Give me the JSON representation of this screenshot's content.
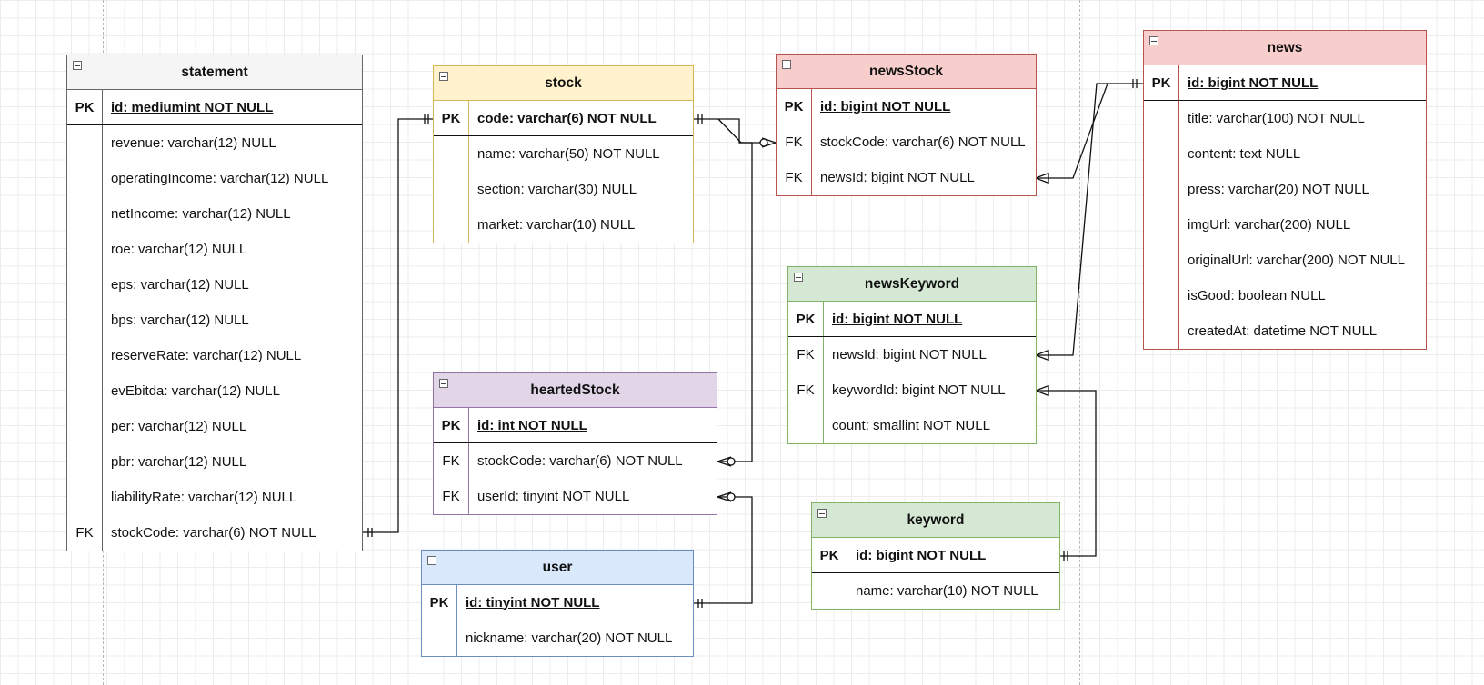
{
  "tables": {
    "statement": {
      "title": "statement",
      "rows": [
        {
          "key": "PK",
          "text": "id: mediumint NOT NULL"
        },
        {
          "key": "",
          "text": "revenue: varchar(12) NULL"
        },
        {
          "key": "",
          "text": "operatingIncome: varchar(12) NULL"
        },
        {
          "key": "",
          "text": "netIncome: varchar(12) NULL"
        },
        {
          "key": "",
          "text": "roe: varchar(12) NULL"
        },
        {
          "key": "",
          "text": "eps: varchar(12) NULL"
        },
        {
          "key": "",
          "text": "bps: varchar(12) NULL"
        },
        {
          "key": "",
          "text": "reserveRate: varchar(12) NULL"
        },
        {
          "key": "",
          "text": "evEbitda: varchar(12) NULL"
        },
        {
          "key": "",
          "text": "per: varchar(12) NULL"
        },
        {
          "key": "",
          "text": "pbr: varchar(12) NULL"
        },
        {
          "key": "",
          "text": "liabilityRate: varchar(12) NULL"
        },
        {
          "key": "FK",
          "text": "stockCode: varchar(6) NOT NULL"
        }
      ]
    },
    "stock": {
      "title": "stock",
      "rows": [
        {
          "key": "PK",
          "text": "code: varchar(6) NOT NULL"
        },
        {
          "key": "",
          "text": "name: varchar(50) NOT NULL"
        },
        {
          "key": "",
          "text": "section: varchar(30) NULL"
        },
        {
          "key": "",
          "text": "market: varchar(10) NULL"
        }
      ]
    },
    "newsStock": {
      "title": "newsStock",
      "rows": [
        {
          "key": "PK",
          "text": "id: bigint NOT NULL"
        },
        {
          "key": "FK",
          "text": "stockCode: varchar(6) NOT NULL"
        },
        {
          "key": "FK",
          "text": "newsId: bigint NOT NULL"
        }
      ]
    },
    "news": {
      "title": "news",
      "rows": [
        {
          "key": "PK",
          "text": "id: bigint NOT NULL"
        },
        {
          "key": "",
          "text": "title: varchar(100) NOT NULL"
        },
        {
          "key": "",
          "text": "content: text NULL"
        },
        {
          "key": "",
          "text": "press: varchar(20) NOT NULL"
        },
        {
          "key": "",
          "text": "imgUrl: varchar(200) NULL"
        },
        {
          "key": "",
          "text": "originalUrl: varchar(200) NOT NULL"
        },
        {
          "key": "",
          "text": "isGood: boolean NULL"
        },
        {
          "key": "",
          "text": "createdAt: datetime NOT NULL"
        }
      ]
    },
    "newsKeyword": {
      "title": "newsKeyword",
      "rows": [
        {
          "key": "PK",
          "text": "id: bigint NOT NULL"
        },
        {
          "key": "FK",
          "text": "newsId: bigint NOT NULL"
        },
        {
          "key": "FK",
          "text": "keywordId: bigint NOT NULL"
        },
        {
          "key": "",
          "text": "count: smallint NOT NULL"
        }
      ]
    },
    "heartedStock": {
      "title": "heartedStock",
      "rows": [
        {
          "key": "PK",
          "text": "id: int NOT NULL"
        },
        {
          "key": "FK",
          "text": "stockCode: varchar(6) NOT NULL"
        },
        {
          "key": "FK",
          "text": "userId: tinyint NOT NULL"
        }
      ]
    },
    "keyword": {
      "title": "keyword",
      "rows": [
        {
          "key": "PK",
          "text": "id: bigint NOT NULL"
        },
        {
          "key": "",
          "text": "name: varchar(10) NOT NULL"
        }
      ]
    },
    "user": {
      "title": "user",
      "rows": [
        {
          "key": "PK",
          "text": "id: tinyint NOT NULL"
        },
        {
          "key": "",
          "text": "nickname: varchar(20) NOT NULL"
        }
      ]
    }
  },
  "relations": [
    {
      "from": "statement.stockCode",
      "to": "stock.code",
      "cardinality": "one-to-one"
    },
    {
      "from": "stock.code",
      "to": "newsStock.stockCode",
      "cardinality": "one-to-zero-or-many"
    },
    {
      "from": "stock.code",
      "to": "heartedStock.stockCode",
      "cardinality": "one-to-zero-or-many"
    },
    {
      "from": "user.id",
      "to": "heartedStock.userId",
      "cardinality": "one-to-zero-or-many"
    },
    {
      "from": "news.id",
      "to": "newsStock.newsId",
      "cardinality": "one-to-one-or-many"
    },
    {
      "from": "news.id",
      "to": "newsKeyword.newsId",
      "cardinality": "one-to-one-or-many"
    },
    {
      "from": "keyword.id",
      "to": "newsKeyword.keywordId",
      "cardinality": "one-to-one-or-many"
    }
  ],
  "colors": {
    "gray": {
      "fill": "#f5f5f5",
      "stroke": "#666666"
    },
    "yellow": {
      "fill": "#fff2cc",
      "stroke": "#d6b656"
    },
    "red": {
      "fill": "#f8cecc",
      "stroke": "#b85450"
    },
    "green": {
      "fill": "#d5e8d4",
      "stroke": "#82b366"
    },
    "purple": {
      "fill": "#e1d5e7",
      "stroke": "#9673a6"
    },
    "blue": {
      "fill": "#dae8fc",
      "stroke": "#6c8ebf"
    },
    "line": "#111111"
  }
}
